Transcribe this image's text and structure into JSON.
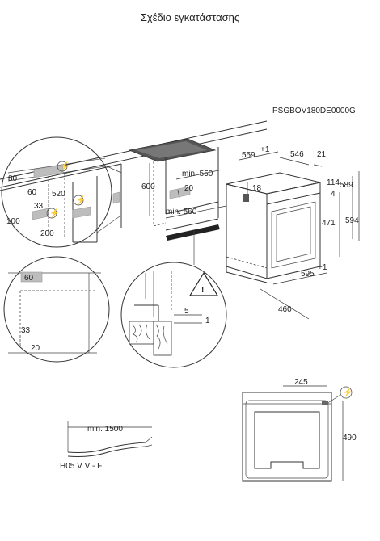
{
  "title": "Σχέδιο εγκατάστασης",
  "model_code": "PSGBOV180DE0000G",
  "oven": {
    "dims": {
      "top_depth": "559",
      "top_depth_tol": "+1",
      "body_depth": "546",
      "front_panel": "21",
      "top_offset": "18",
      "side_a": "114",
      "side_b": "4",
      "door_height": "471",
      "total_height": "589",
      "niche_height": "594",
      "width": "595",
      "width_tol": "+1",
      "depth_bottom": "460"
    }
  },
  "cabinet": {
    "dims": {
      "min_width": "min. 550",
      "inner_height": "600",
      "gap": "20",
      "min_depth": "min. 560"
    }
  },
  "wall_detail": {
    "dims": {
      "top": "80",
      "left": "60",
      "height": "520",
      "mid": "33",
      "low": "100",
      "bottom": "200"
    }
  },
  "corner_detail": {
    "dims": {
      "top": "60",
      "mid": "33",
      "bottom": "20"
    }
  },
  "mount_detail": {
    "dims": {
      "gap": "5",
      "thickness": "1"
    }
  },
  "back_view": {
    "dims": {
      "width": "245",
      "height": "490"
    }
  },
  "cable": {
    "length": "min. 1500",
    "type": "H05 V V - F"
  }
}
